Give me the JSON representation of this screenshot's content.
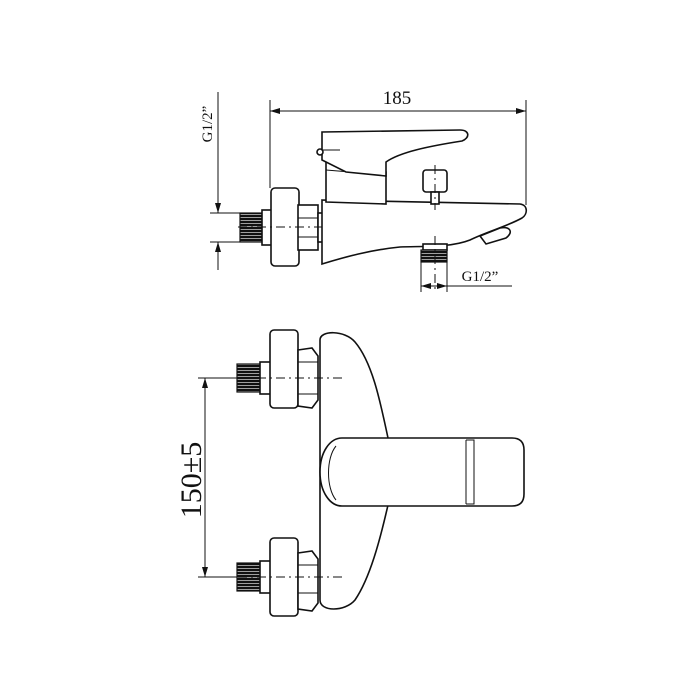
{
  "title": "",
  "side_view": {
    "label_left": "G1/2”",
    "label_top": "185",
    "label_bottom": "G1/2”"
  },
  "front_view": {
    "label_left": "150±5"
  }
}
